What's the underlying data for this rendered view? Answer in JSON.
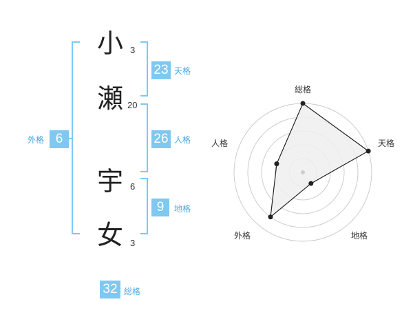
{
  "name": {
    "chars": [
      {
        "char": "小",
        "strokes": "3"
      },
      {
        "char": "瀬",
        "strokes": "20"
      },
      {
        "char": "宇",
        "strokes": "6"
      },
      {
        "char": "女",
        "strokes": "3"
      }
    ]
  },
  "fortunes": {
    "ten": {
      "value": "23",
      "label": "天格"
    },
    "jin": {
      "value": "26",
      "label": "人格"
    },
    "chi": {
      "value": "9",
      "label": "地格"
    },
    "gai": {
      "value": "6",
      "label": "外格"
    },
    "sou": {
      "value": "32",
      "label": "総格"
    }
  },
  "colors": {
    "accent": "#7ec8f2",
    "accent_text": "#4aa8e0",
    "polygon_fill": "#eeeeee",
    "ring": "#cccccc"
  },
  "chart_data": {
    "type": "radar",
    "axes": [
      "総格",
      "天格",
      "地格",
      "外格",
      "人格"
    ],
    "rings": 5,
    "scale_max": 5,
    "values": [
      5,
      5,
      1,
      4,
      2
    ]
  }
}
